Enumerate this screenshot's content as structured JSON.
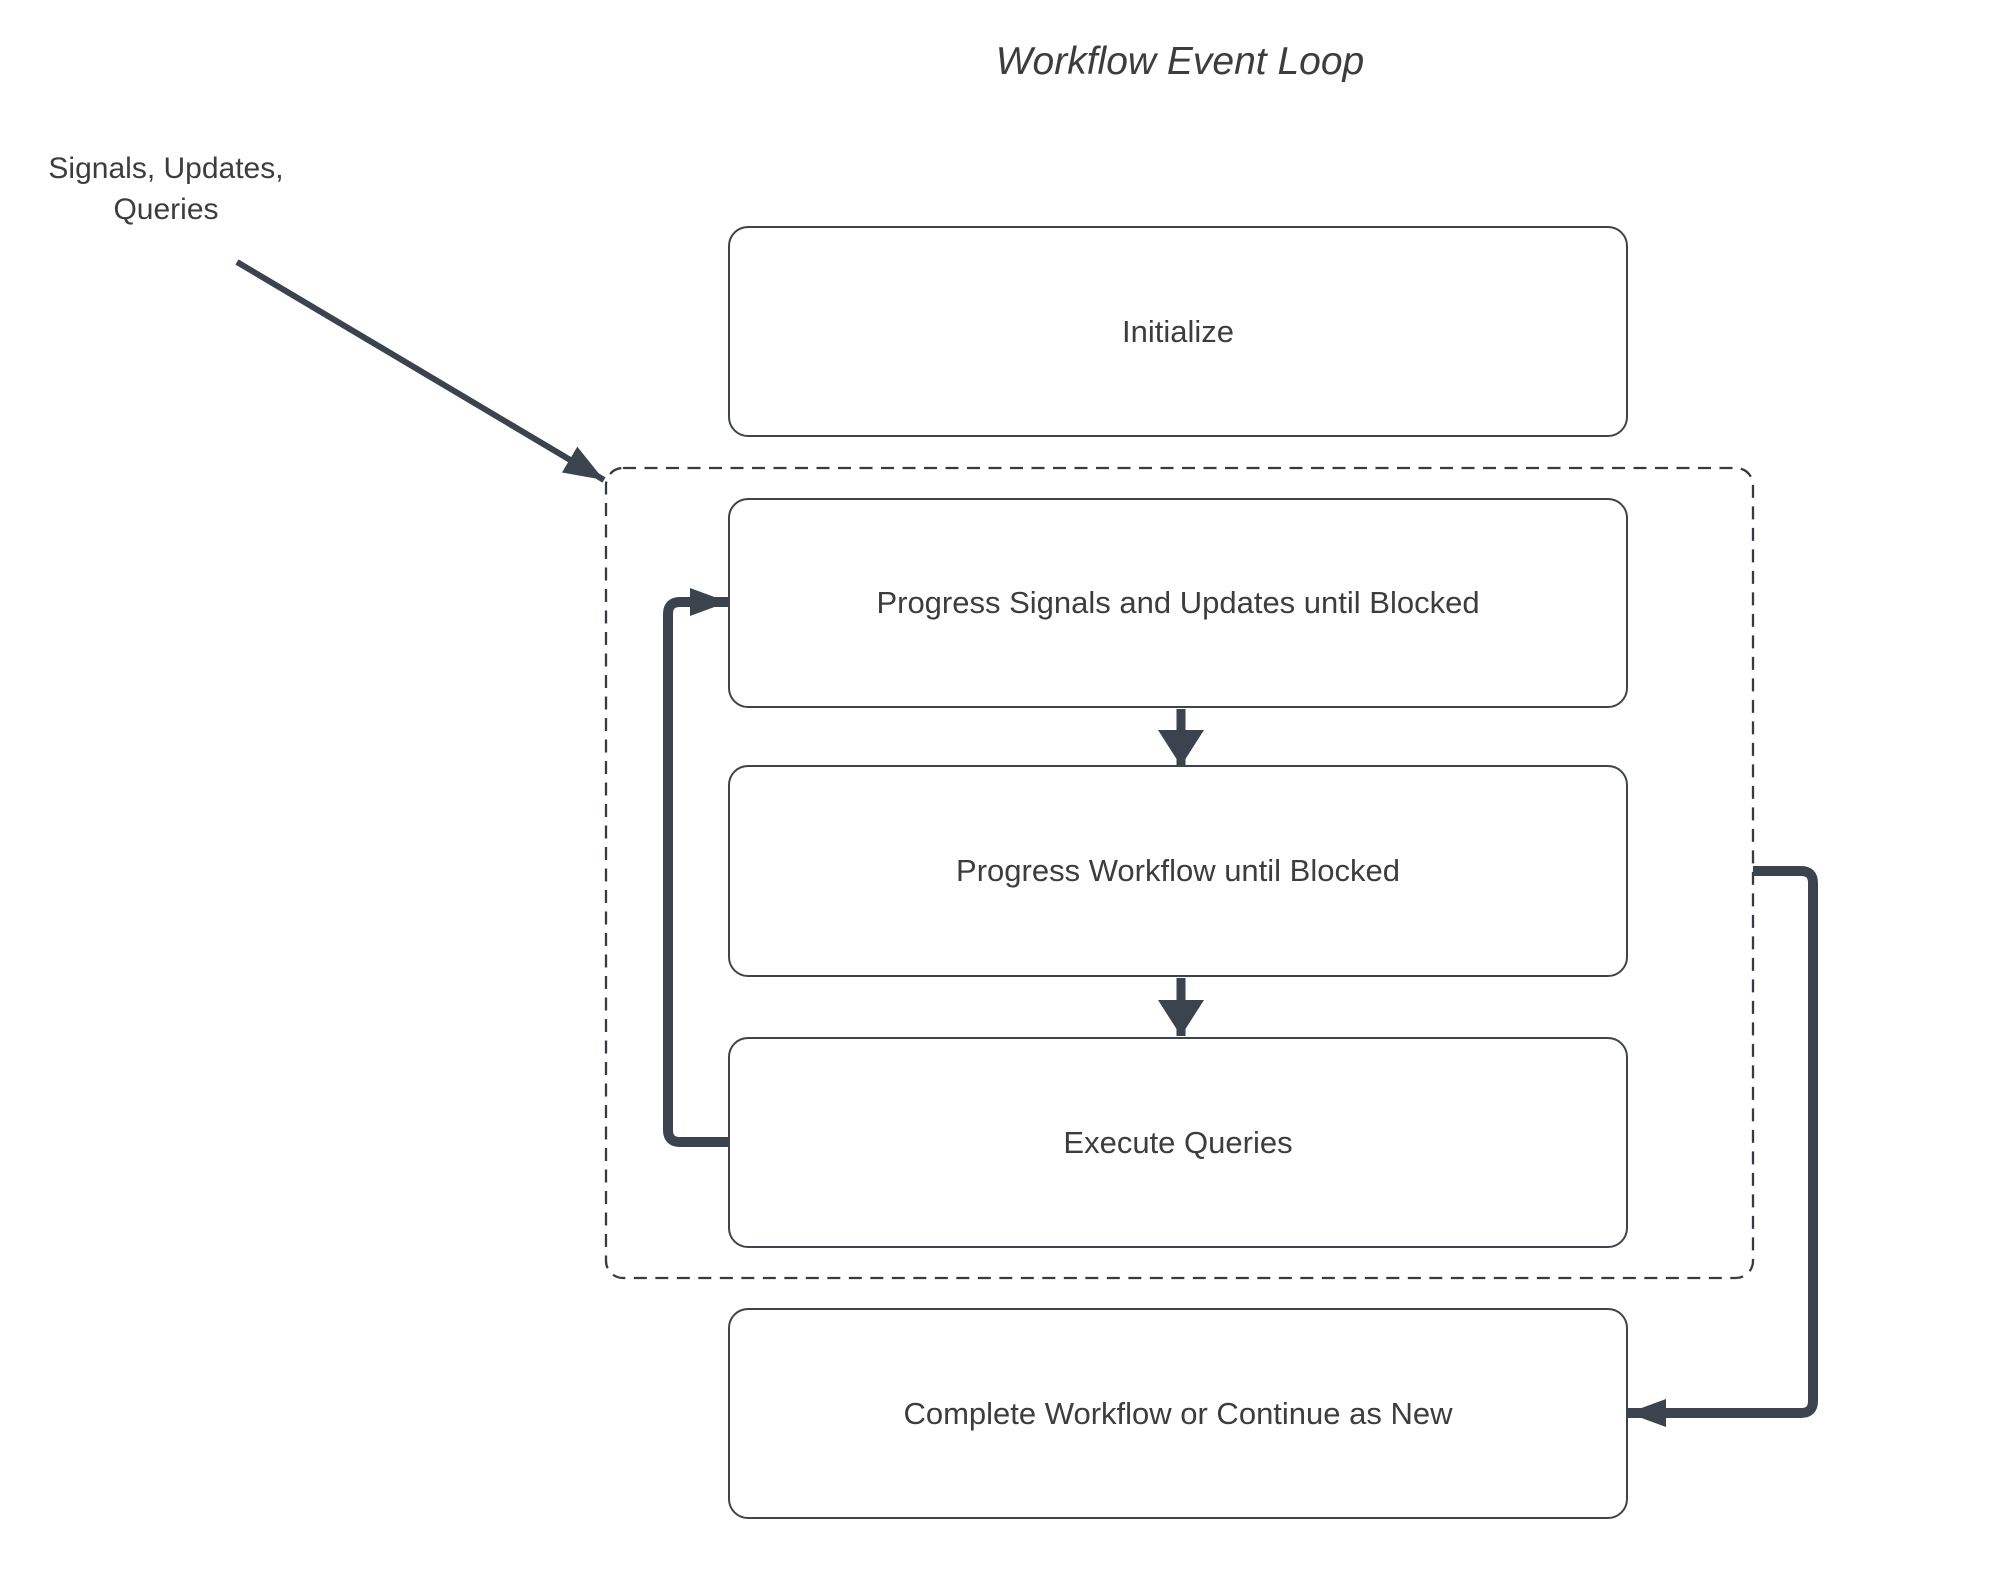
{
  "title": "Workflow Event Loop",
  "external_label": {
    "line1": "Signals, Updates,",
    "line2": "Queries"
  },
  "nodes": {
    "initialize": {
      "label": "Initialize"
    },
    "progress_signals": {
      "label": "Progress Signals and Updates until Blocked"
    },
    "progress_workflow": {
      "label": "Progress Workflow until Blocked"
    },
    "execute_queries": {
      "label": "Execute Queries"
    },
    "complete_workflow": {
      "label": "Complete Workflow or Continue as New"
    }
  },
  "edges": [
    {
      "from": "external-input",
      "to": "event-loop-container"
    },
    {
      "from": "progress_signals",
      "to": "progress_workflow"
    },
    {
      "from": "progress_workflow",
      "to": "execute_queries"
    },
    {
      "from": "execute_queries",
      "to": "progress_signals"
    },
    {
      "from": "event-loop-container",
      "to": "complete_workflow"
    }
  ],
  "colors": {
    "arrow": "#3b434e",
    "box_border": "#3f444b",
    "text": "#3d3d3d",
    "dashed_border": "#363b42",
    "background": "#ffffff"
  }
}
